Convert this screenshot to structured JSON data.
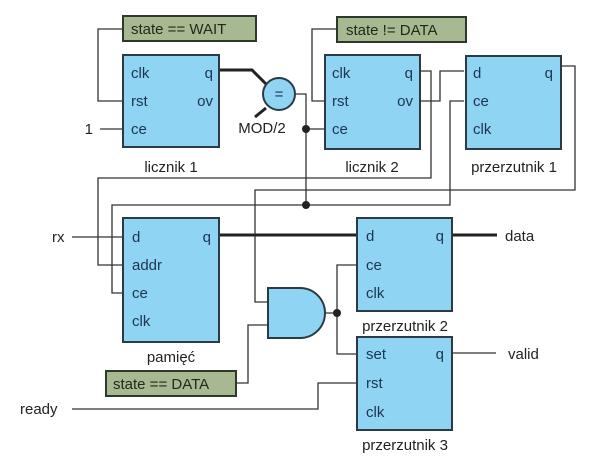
{
  "conditions": {
    "licznik1_rst": "state == WAIT",
    "licznik2_rst": "state != DATA",
    "and_input": "state == DATA"
  },
  "blocks": {
    "licznik1": {
      "name": "licznik 1",
      "in": [
        "clk",
        "rst",
        "ce"
      ],
      "out": [
        "q",
        "ov"
      ]
    },
    "licznik2": {
      "name": "licznik 2",
      "in": [
        "clk",
        "rst",
        "ce"
      ],
      "out": [
        "q",
        "ov"
      ]
    },
    "przerzutnik1": {
      "name": "przerzutnik 1",
      "in": [
        "d",
        "ce",
        "clk"
      ],
      "out": [
        "q"
      ]
    },
    "pamiec": {
      "name": "pamięć",
      "in": [
        "d",
        "addr",
        "ce",
        "clk"
      ],
      "out": [
        "q"
      ]
    },
    "przerzutnik2": {
      "name": "przerzutnik 2",
      "in": [
        "d",
        "ce",
        "clk"
      ],
      "out": [
        "q"
      ]
    },
    "przerzutnik3": {
      "name": "przerzutnik 3",
      "in": [
        "set",
        "rst",
        "clk"
      ],
      "out": [
        "q"
      ]
    }
  },
  "comparator": {
    "symbol": "=",
    "label": "MOD/2"
  },
  "signals": {
    "const_one": "1",
    "rx": "rx",
    "ready": "ready",
    "data": "data",
    "valid": "valid"
  }
}
